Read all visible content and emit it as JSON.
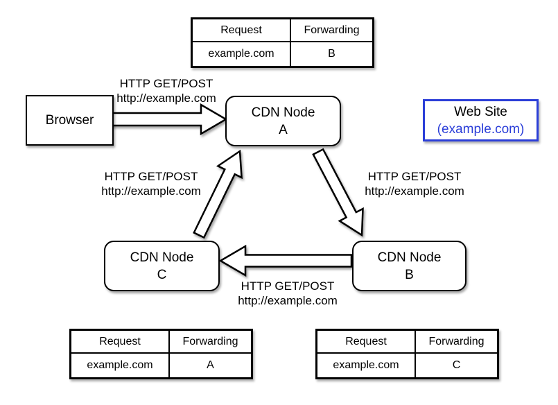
{
  "nodes": {
    "browser": {
      "label": "Browser"
    },
    "cdn_a": {
      "line1": "CDN Node",
      "line2": "A"
    },
    "cdn_b": {
      "line1": "CDN Node",
      "line2": "B"
    },
    "cdn_c": {
      "line1": "CDN Node",
      "line2": "C"
    },
    "website": {
      "line1": "Web Site",
      "line2": "(example.com)"
    }
  },
  "edge_labels": {
    "browser_to_a": {
      "line1": "HTTP GET/POST",
      "line2": "http://example.com"
    },
    "c_to_a": {
      "line1": "HTTP GET/POST",
      "line2": "http://example.com"
    },
    "a_to_b": {
      "line1": "HTTP GET/POST",
      "line2": "http://example.com"
    },
    "b_to_c": {
      "line1": "HTTP GET/POST",
      "line2": "http://example.com"
    }
  },
  "tables": {
    "node_a": {
      "headers": [
        "Request",
        "Forwarding"
      ],
      "rows": [
        [
          "example.com",
          "B"
        ]
      ]
    },
    "node_c": {
      "headers": [
        "Request",
        "Forwarding"
      ],
      "rows": [
        [
          "example.com",
          "A"
        ]
      ]
    },
    "node_b": {
      "headers": [
        "Request",
        "Forwarding"
      ],
      "rows": [
        [
          "example.com",
          "C"
        ]
      ]
    }
  },
  "colors": {
    "website_blue": "#2B3ED8",
    "line_black": "#000000"
  }
}
